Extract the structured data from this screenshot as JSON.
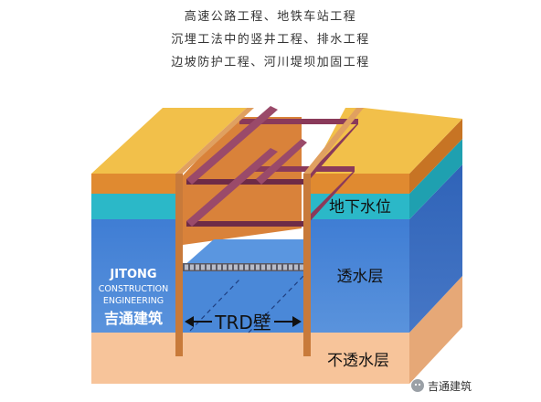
{
  "intro_lines": [
    "高速公路工程、地铁车站工程",
    "沉埋工法中的竖井工程、排水工程",
    "边坡防护工程、河川堤坝加固工程"
  ],
  "diagram": {
    "labels": {
      "groundwater_level": "地下水位",
      "permeable_layer": "透水层",
      "impermeable_layer": "不透水层",
      "trd_wall": "TRD壁"
    },
    "logo": {
      "line1": "JITONG",
      "line2": "CONSTRUCTION",
      "line3": "ENGINEERING",
      "line4": "吉通建筑"
    },
    "watermark": {
      "text": "吉通建筑",
      "icon": "wechat-icon"
    },
    "colors": {
      "top_soil": "#f2c04a",
      "top_soil_edge": "#e08a30",
      "water_band": "#2bb8c8",
      "permeable": "#4a86d6",
      "impermeable": "#f7c49a",
      "strut": "#8a3a5a",
      "wall": "#c87a3a"
    }
  }
}
